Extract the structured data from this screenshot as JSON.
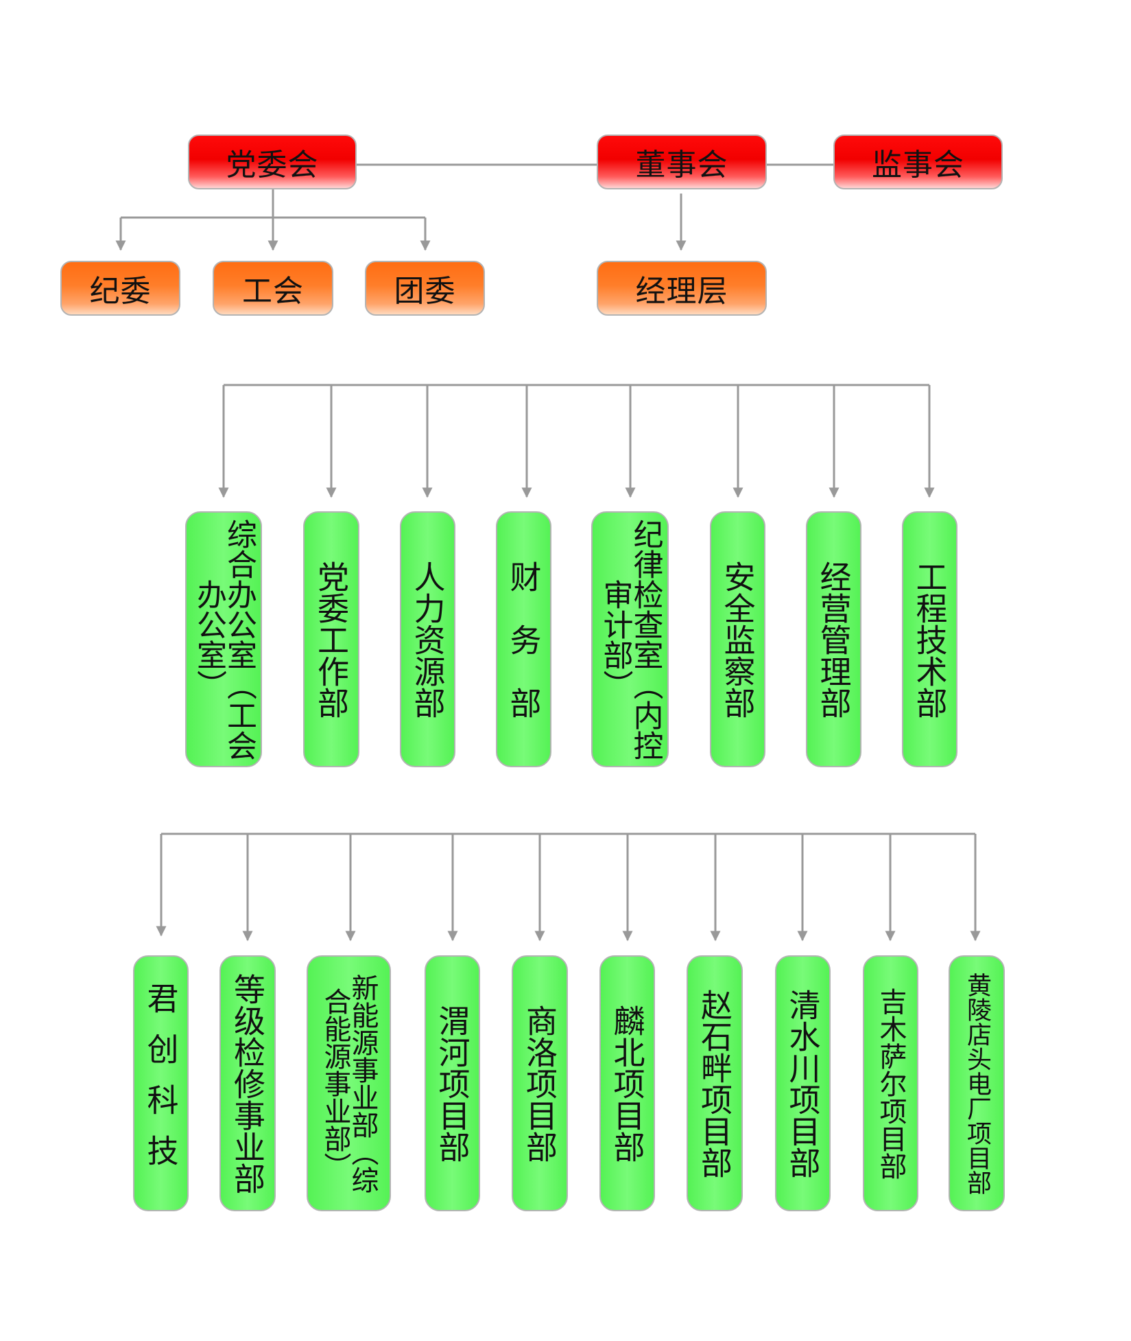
{
  "top": {
    "party_committee": "党委会",
    "board": "董事会",
    "supervisory_board": "监事会"
  },
  "second": {
    "discipline_committee": "纪委",
    "union": "工会",
    "youth_league": "团委",
    "management": "经理层"
  },
  "departments": [
    "综合办公室（工会办公室）",
    "党委工作部",
    "人力资源部",
    "财　务　部",
    "纪律检查室（内控审计部）",
    "安全监察部",
    "经营管理部",
    "工程技术部"
  ],
  "projects": [
    "君创科技",
    "等级检修事业部",
    "新能源事业部（综合能源事业部）",
    "渭河项目部",
    "商洛项目部",
    "麟北项目部",
    "赵石畔项目部",
    "清水川项目部",
    "吉木萨尔项目部",
    "黄陵店头电厂项目部"
  ],
  "colors": {
    "top_box": "#f20000",
    "second_box": "#ff7e2a",
    "dept_box": "#78fb78",
    "connector": "#999999"
  }
}
